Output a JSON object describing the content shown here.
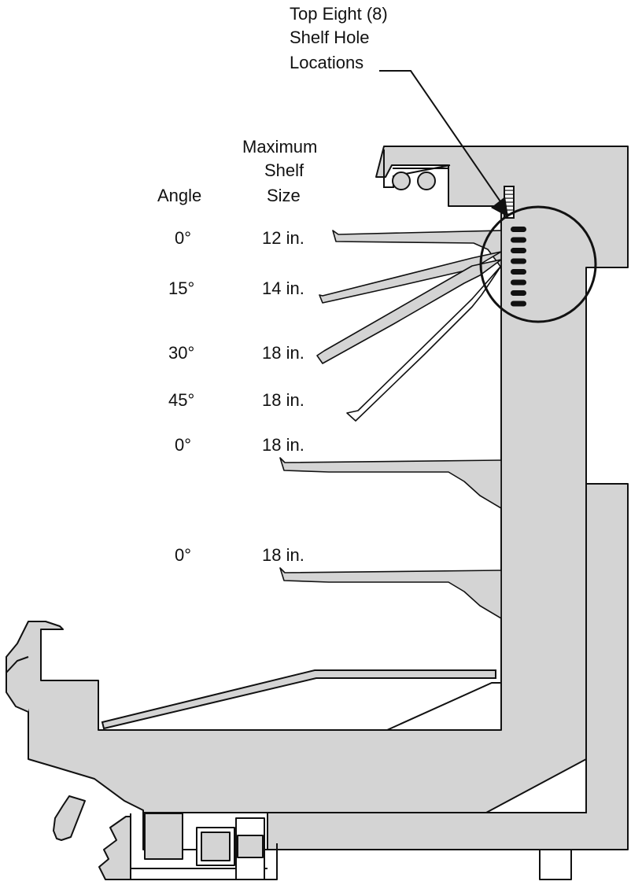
{
  "colors": {
    "fill": "#d4d4d4",
    "stroke": "#111111",
    "background": "#ffffff"
  },
  "callout": {
    "line1": "Top Eight (8)",
    "line2": "Shelf Hole",
    "line3": "Locations"
  },
  "headers": {
    "angle": "Angle",
    "max_line1": "Maximum",
    "max_line2": "Shelf",
    "max_line3": "Size"
  },
  "rows": [
    {
      "angle": "0°",
      "size": "12 in."
    },
    {
      "angle": "15°",
      "size": "14 in."
    },
    {
      "angle": "30°",
      "size": "18 in."
    },
    {
      "angle": "45°",
      "size": "18 in."
    },
    {
      "angle": "0°",
      "size": "18 in."
    },
    {
      "angle": "0°",
      "size": "18 in."
    }
  ],
  "shelf_hole_count": 8
}
